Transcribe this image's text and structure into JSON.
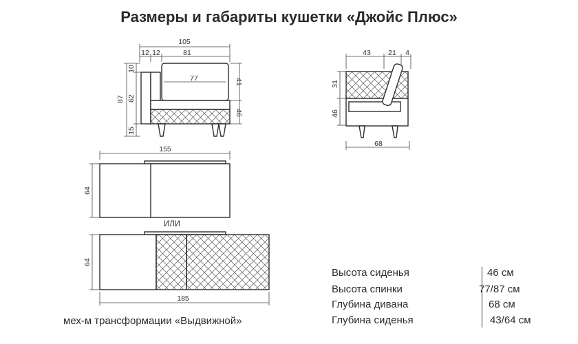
{
  "title": "Размеры и габариты кушетки «Джойс Плюс»",
  "front_view": {
    "width_total": "105",
    "armrest_a": "12",
    "armrest_b": "12",
    "seat_width": "81",
    "cushion_width": "77",
    "height_total": "87",
    "back_gap": "10",
    "body_height": "62",
    "leg_height": "15",
    "back_cushion_height": "41",
    "seat_height": "46"
  },
  "side_view": {
    "seat_depth": "43",
    "back_depth": "21",
    "back_frame": "4",
    "back_height": "31",
    "seat_height": "46",
    "depth_total": "68"
  },
  "top_view_folded": {
    "length": "155",
    "depth": "64"
  },
  "separator": "ИЛИ",
  "top_view_extended": {
    "depth": "64",
    "length": "185"
  },
  "caption": "мех-м трансформации «Выдвижной»",
  "specs": [
    {
      "label": "Высота сиденья",
      "value": "46 см"
    },
    {
      "label": "Высота спинки",
      "value": "77/87 см"
    },
    {
      "label": "Глубина дивана",
      "value": "68 см"
    },
    {
      "label": "Глубина сиденья",
      "value": "43/64 см"
    }
  ]
}
